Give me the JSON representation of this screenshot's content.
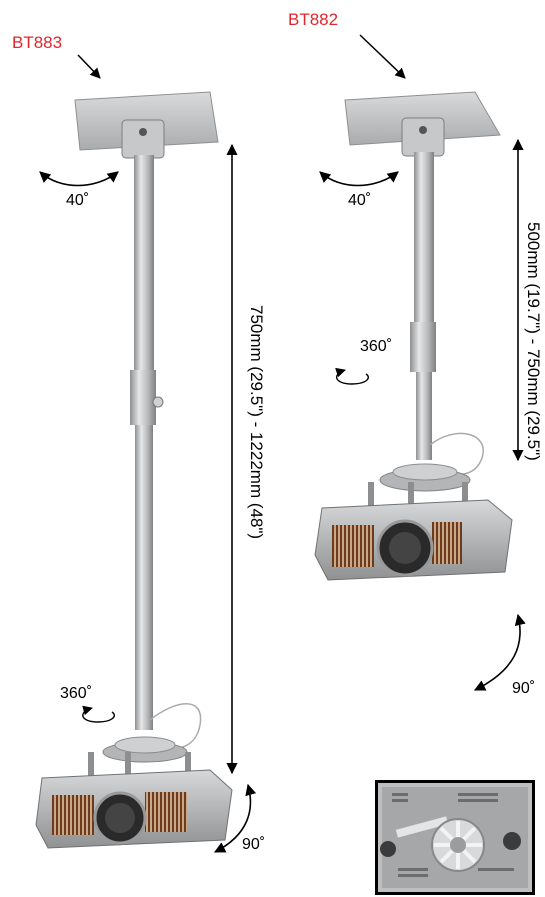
{
  "left_mount": {
    "model": "BT883",
    "tilt": "40˚",
    "rotation": "360˚",
    "pitch": "90˚",
    "length_range": "750mm (29.5\") - 1222mm (48\")"
  },
  "right_mount": {
    "model": "BT882",
    "tilt": "40˚",
    "rotation": "360˚",
    "pitch": "90˚",
    "length_range": "500mm (19.7\") - 750mm (29.5\")"
  },
  "colors": {
    "model_label": "#e0262d",
    "metal": "#bfc1c3",
    "grille": "#8a4a2a"
  }
}
